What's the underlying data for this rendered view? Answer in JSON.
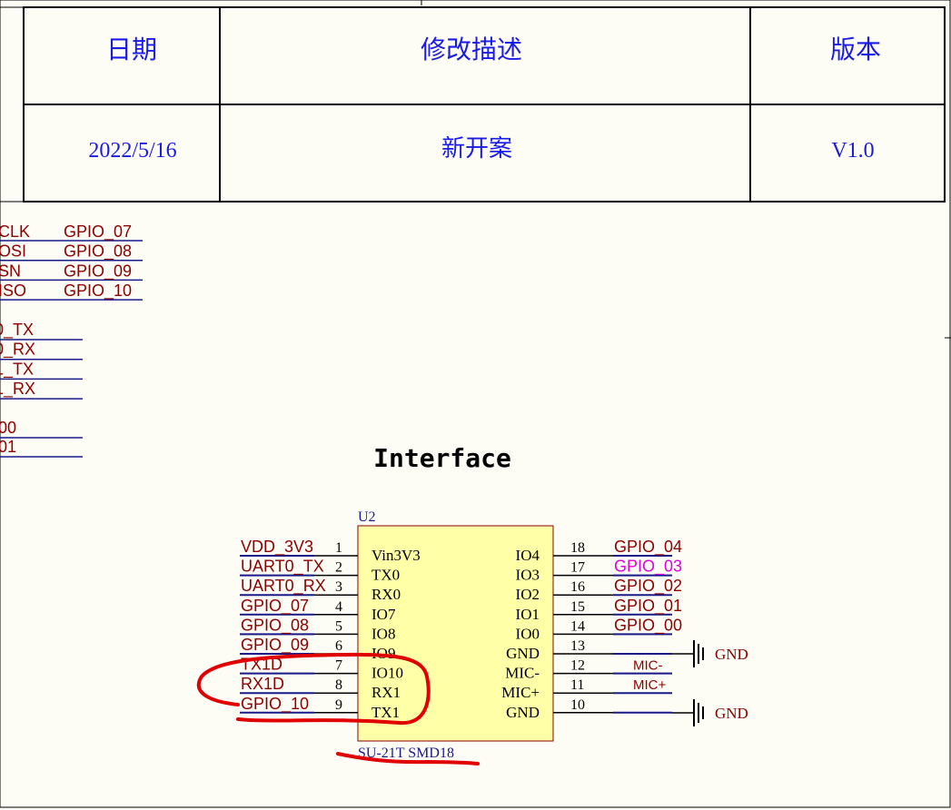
{
  "revision_table": {
    "headers": [
      "日期",
      "修改描述",
      "版本"
    ],
    "rows": [
      [
        "2022/5/16",
        "新开案",
        "V1.0"
      ]
    ]
  },
  "left_nets_group1": [
    {
      "left": "CLK",
      "right": "GPIO_07"
    },
    {
      "left": "OSI",
      "right": "GPIO_08"
    },
    {
      "left": "SN",
      "right": "GPIO_09"
    },
    {
      "left": "ISO",
      "right": "GPIO_10"
    }
  ],
  "left_nets_group2": [
    "0_TX",
    "0_RX",
    "1_TX",
    "1_RX"
  ],
  "left_nets_group3": [
    "00",
    "01"
  ],
  "section_title": "Interface",
  "component": {
    "designator": "U2",
    "part_name": "SU-21T SMD18",
    "left_pins": [
      {
        "net": "VDD_3V3",
        "num": "1",
        "name": "Vin3V3"
      },
      {
        "net": "UART0_TX",
        "num": "2",
        "name": "TX0"
      },
      {
        "net": "UART0_RX",
        "num": "3",
        "name": "RX0"
      },
      {
        "net": "GPIO_07",
        "num": "4",
        "name": "IO7"
      },
      {
        "net": "GPIO_08",
        "num": "5",
        "name": "IO8"
      },
      {
        "net": "GPIO_09",
        "num": "6",
        "name": "IO9"
      },
      {
        "net": "TX1D",
        "num": "7",
        "name": "IO10"
      },
      {
        "net": "RX1D",
        "num": "8",
        "name": "RX1"
      },
      {
        "net": "GPIO_10",
        "num": "9",
        "name": "TX1"
      }
    ],
    "right_pins": [
      {
        "name": "IO4",
        "num": "18",
        "net": "GPIO_04"
      },
      {
        "name": "IO3",
        "num": "17",
        "net": "GPIO_03"
      },
      {
        "name": "IO2",
        "num": "16",
        "net": "GPIO_02"
      },
      {
        "name": "IO1",
        "num": "15",
        "net": "GPIO_01"
      },
      {
        "name": "IO0",
        "num": "14",
        "net": "GPIO_00"
      },
      {
        "name": "GND",
        "num": "13",
        "net": ""
      },
      {
        "name": "MIC-",
        "num": "12",
        "net": "MIC-"
      },
      {
        "name": "MIC+",
        "num": "11",
        "net": "MIC+"
      },
      {
        "name": "GND",
        "num": "10",
        "net": ""
      }
    ],
    "gnd_label": "GND"
  },
  "colors": {
    "net": "#8b0000",
    "highlight_net": "#e000e0",
    "wire": "#1a1a8a",
    "chip_fill": "#ffffa8",
    "chip_border": "#8b0000",
    "annotation": "#e00000"
  }
}
